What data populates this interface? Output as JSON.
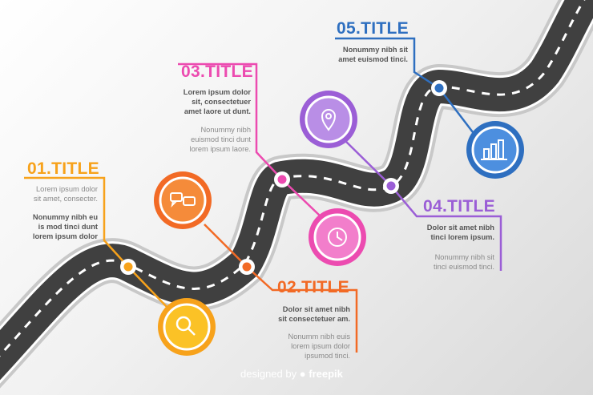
{
  "steps": [
    {
      "title": "01.TITLE",
      "color": "#f7a21b",
      "line1": "Lorem ipsum dolor\nsit amet, consecter.",
      "line2": "Nonummy nibh eu\nis mod tinci dunt\nlorem ipsum dolor",
      "icon": "search-icon"
    },
    {
      "title": "02.TITLE",
      "color": "#f26a25",
      "line1": "Dolor sit amet nibh\nsit consectetuer am.",
      "line2": "Nonumm nibh euis\nlorem ipsum dolor\nipsumod tinci.",
      "icon": "chat-bubbles-icon"
    },
    {
      "title": "03.TITLE",
      "color": "#ec4bb0",
      "line1": "Lorem ipsum dolor\nsit, consectetuer\namet laore ut dunt.",
      "line2": "Nonummy nibh\neuismod tinci dunt\nlorem ipsum laore.",
      "icon": "clock-icon"
    },
    {
      "title": "04.TITLE",
      "color": "#9b5ed6",
      "line1": "Dolor sit amet nibh\ntinci lorem ipsum.",
      "line2": "Nonummy nibh sit\ntinci euismod tinci.",
      "icon": "location-pin-icon"
    },
    {
      "title": "05.TITLE",
      "color": "#2e6fc0",
      "line1": "Nonummy nibh sit\namet euismod tinci.",
      "line2": "",
      "icon": "bar-chart-icon"
    }
  ],
  "credit": {
    "designed_by": "designed by",
    "brand": "freepik"
  }
}
